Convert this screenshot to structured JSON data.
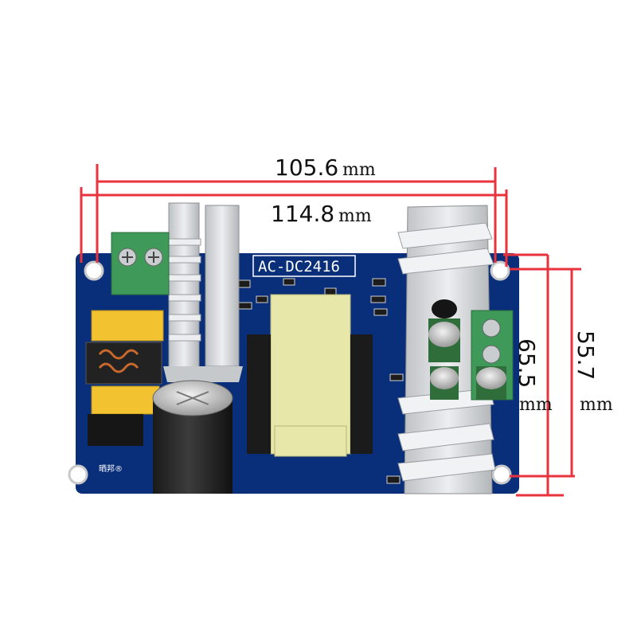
{
  "board": {
    "model_label": "AC-DC2416",
    "maker_mark": "晒邦®"
  },
  "dimensions": {
    "width_inner": {
      "value": "105.6",
      "unit": "mm"
    },
    "width_outer": {
      "value": "114.8",
      "unit": "mm"
    },
    "height_inner": {
      "value": "65.5",
      "unit": "mm"
    },
    "height_outer": {
      "value": "55.7",
      "unit": "mm"
    }
  },
  "colors": {
    "pcb": "#0a2f7a",
    "dimension_line": "#e8323c",
    "heatsink": "#d4d6d8",
    "transformer": "#e6e7a8",
    "terminal": "#3f9a5a"
  }
}
